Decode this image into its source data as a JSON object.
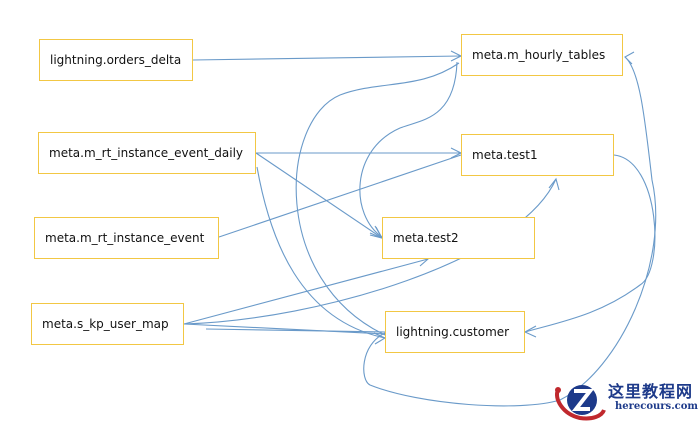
{
  "diagram": {
    "type": "table-lineage",
    "nodes": [
      {
        "id": "orders_delta",
        "label": "lightning.orders_delta"
      },
      {
        "id": "rt_event_daily",
        "label": "meta.m_rt_instance_event_daily"
      },
      {
        "id": "rt_event",
        "label": "meta.m_rt_instance_event"
      },
      {
        "id": "kp_user_map",
        "label": "meta.s_kp_user_map"
      },
      {
        "id": "hourly_tables",
        "label": "meta.m_hourly_tables"
      },
      {
        "id": "test1",
        "label": "meta.test1"
      },
      {
        "id": "test2",
        "label": "meta.test2"
      },
      {
        "id": "customer",
        "label": "lightning.customer"
      }
    ],
    "edges": [
      {
        "from": "orders_delta",
        "to": "hourly_tables"
      },
      {
        "from": "rt_event_daily",
        "to": "test1"
      },
      {
        "from": "rt_event_daily",
        "to": "test2"
      },
      {
        "from": "rt_event_daily",
        "to": "customer"
      },
      {
        "from": "rt_event",
        "to": "test1"
      },
      {
        "from": "kp_user_map",
        "to": "test2"
      },
      {
        "from": "kp_user_map",
        "to": "customer"
      },
      {
        "from": "kp_user_map",
        "to": "test1"
      },
      {
        "from": "hourly_tables",
        "to": "test2"
      },
      {
        "from": "hourly_tables",
        "to": "customer"
      },
      {
        "from": "test1",
        "to": "customer"
      },
      {
        "from": "customer",
        "to": "hourly_tables"
      }
    ]
  },
  "watermark": {
    "cn_text": "这里教程网",
    "en_text": "herecours.com",
    "icon": "z-logo-icon"
  },
  "colors": {
    "node_border": "#f2c744",
    "edge": "#6a9ac9",
    "watermark_blue": "#1d3a8a",
    "watermark_red": "#c0282d"
  }
}
